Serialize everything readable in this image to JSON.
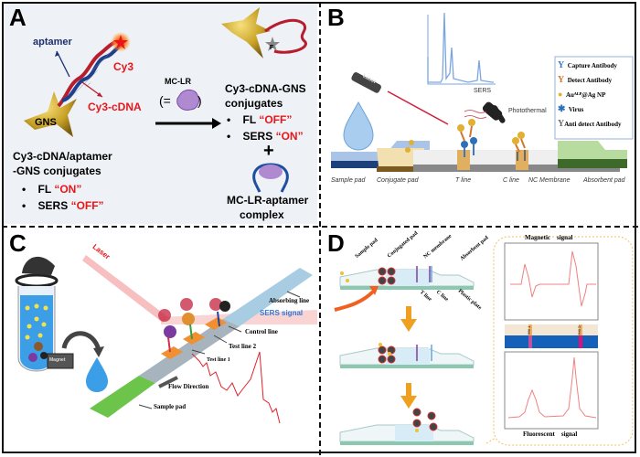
{
  "figure": {
    "panels": {
      "A": {
        "label": "A",
        "aptamer_label": "aptamer",
        "cy3_label": "Cy3",
        "cy3_cdna_label": "Cy3-cDNA",
        "gns_label": "GNS",
        "reagent_label": "MC-LR",
        "reagent_eq_open": "(=",
        "reagent_eq_close": ")",
        "left_title_1": "Cy3-cDNA/aptamer",
        "left_title_2": "-GNS conjugates",
        "left_fl_prefix": "FL ",
        "left_fl_state": "“ON”",
        "left_sers_prefix": "SERS ",
        "left_sers_state": "“OFF”",
        "quencher_label": "F",
        "right_title_1": "Cy3-cDNA-GNS",
        "right_title_2": "conjugates",
        "right_fl_prefix": "FL ",
        "right_fl_state": "“OFF”",
        "right_sers_prefix": "SERS ",
        "right_sers_state": "“ON”",
        "plus": "+",
        "complex_title_1": "MC-LR-aptamer",
        "complex_title_2": "complex",
        "bullet": "•"
      },
      "B": {
        "label": "B",
        "laser_label": "Laser",
        "sers_label": "SERS",
        "photothermal_label": "Photothermal",
        "legend": [
          {
            "icon": "capture-antibody-icon",
            "label": "Capture Antibody",
            "color": "#3d78c2"
          },
          {
            "icon": "detect-antibody-icon",
            "label": "Detect Antibody",
            "color": "#d0792e"
          },
          {
            "icon": "nanoparticle-icon",
            "label": "Auᴬᴸᴾ@Ag NP",
            "color": "#e2b030"
          },
          {
            "icon": "virus-icon",
            "label": "Virus",
            "color": "#2e6fb8"
          },
          {
            "icon": "anti-detect-antibody-icon",
            "label": "Anti detect Antibody",
            "color": "#666a70"
          }
        ],
        "strip_labels": [
          "Sample pad",
          "Conjugate pad",
          "T line",
          "C line",
          "NC Membrane",
          "Absorbent pad"
        ]
      },
      "C": {
        "label": "C",
        "laser_label": "Laser",
        "magnet_label": "Magnet",
        "sers_signal_label": "SERS signal",
        "strip_labels": {
          "absorbing": "Absorbing line",
          "control": "Control line",
          "test2": "Test line 2",
          "test1": "Test line 1",
          "flow": "Flow Direction",
          "sample": "Sample pad"
        }
      },
      "D": {
        "label": "D",
        "top_labels": [
          "Sample pad",
          "Conjugated pad",
          "NC membrane",
          "Absorbent pad"
        ],
        "bottom_labels": [
          "T line",
          "C line",
          "Plastic plate"
        ],
        "magnetic_title": "Magnetic    signal",
        "fluorescent_title": "Fluorescent    signal",
        "strip_t": "T line",
        "strip_c": "C line"
      }
    },
    "colors": {
      "highlight_red": "#e8161a",
      "aptamer_blue": "#1d3f8f",
      "cdna_red": "#b81d2e",
      "gold": "#c9a227",
      "mc_lr_purple": "#b08ad0",
      "signal_red": "#f08080",
      "strip_blue": "#1560b8",
      "dotted_orange": "#f5c060"
    }
  }
}
